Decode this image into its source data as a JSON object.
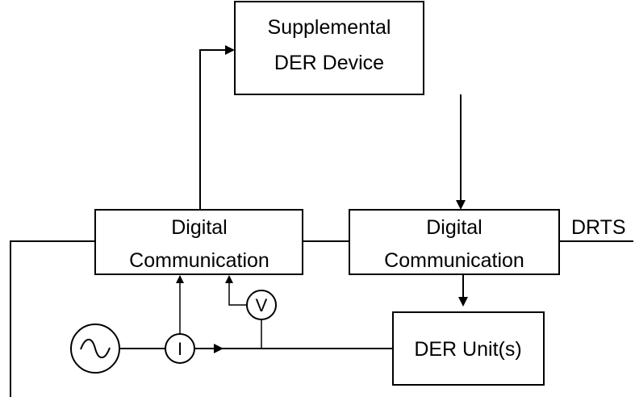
{
  "supplemental_box": {
    "line1": "Supplemental",
    "line2": "DER Device"
  },
  "comm_left": {
    "line1": "Digital",
    "line2": "Communication"
  },
  "comm_right": {
    "line1": "Digital",
    "line2": "Communication"
  },
  "drts_label": "DRTS",
  "der_unit_label": "DER Unit(s)",
  "current_meter_label": "I",
  "voltage_meter_label": "V",
  "source_icon": "ac-source-icon",
  "line_color": "#000000",
  "background_color": "#ffffff"
}
